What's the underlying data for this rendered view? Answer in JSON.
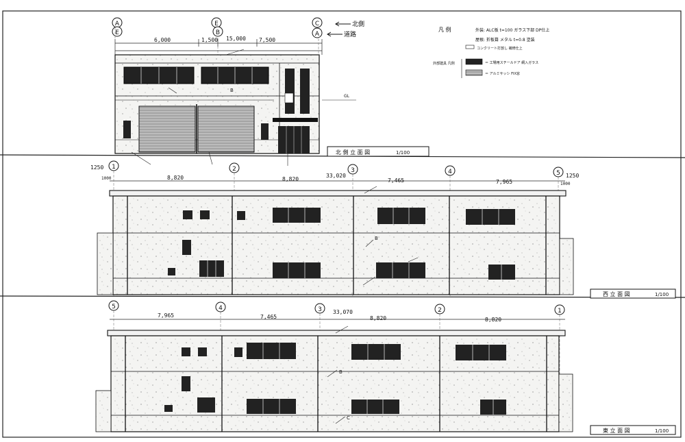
{
  "grid_markers": {
    "top_a1": "A",
    "top_e1": "E",
    "top_e2": "E",
    "top_b1": "B",
    "top_c1": "C",
    "top_a2": "A",
    "mid": [
      "1",
      "2",
      "3",
      "4",
      "5"
    ],
    "bot": [
      "5",
      "4",
      "3",
      "2",
      "1"
    ]
  },
  "arrows": {
    "row1": "北側",
    "row2": "道路"
  },
  "top_dims": [
    "6,000",
    "1,500",
    "15,000",
    "7,500"
  ],
  "mid_dims": {
    "left_edge": "1250",
    "right_edge": "1250",
    "overall": "33,020",
    "spans": [
      "8,820",
      "8,820",
      "7,465",
      "7,965"
    ],
    "small_l": "1000",
    "small_r": "1000"
  },
  "bot_dims": {
    "overall": "33,070",
    "spans": [
      "7,965",
      "7,465",
      "8,820",
      "8,820"
    ]
  },
  "legend": {
    "title": "凡 例",
    "line1": "外装: ALC板 t=100 ガラス下部 DP仕上",
    "line2": "屋根: 折板葺 メタル t=0.8 塗装",
    "line3": "コンクリート打放し 補修仕上",
    "group": "外部建具 凡例",
    "item1": "＝ 工場用スチールドア 網入ガラス",
    "item2": "＝ アルミサッシ FIX窓"
  },
  "callouts": {
    "b": "B",
    "b2": "B",
    "c": "C",
    "gl": "GL"
  },
  "titles": {
    "north": "北 側 立 面 図",
    "north_scale": "1/100",
    "west": "西 立 面 図",
    "west_scale": "1/100",
    "east": "東 立 面 図",
    "east_scale": "1/100"
  }
}
